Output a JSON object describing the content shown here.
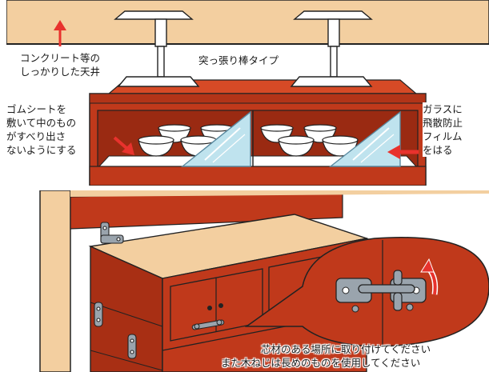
{
  "panel_top": {
    "label_ceiling": "コンクリート等の\nしっかりした天井",
    "label_tension_rod": "突っ張り棒タイプ",
    "label_rubber_sheet": "ゴムシートを\n敷いて中のもの\nがすべり出さ\nないようにする",
    "label_glass_film": "ガラスに\n飛散防止\nフィルム\nをはる"
  },
  "panel_bottom": {
    "label_screw_note_1": "芯材のある場所に取り付けてください",
    "label_screw_note_2": "また木ねじは長めのものを使用してください"
  },
  "colors": {
    "wood_beige": "#f3cfa0",
    "cabinet_red": "#c0391b",
    "cabinet_dark": "#8e2410",
    "metal_gray": "#9aa4ad",
    "glass_blue": "#bfe3ee",
    "arrow_red": "#e8322d"
  }
}
